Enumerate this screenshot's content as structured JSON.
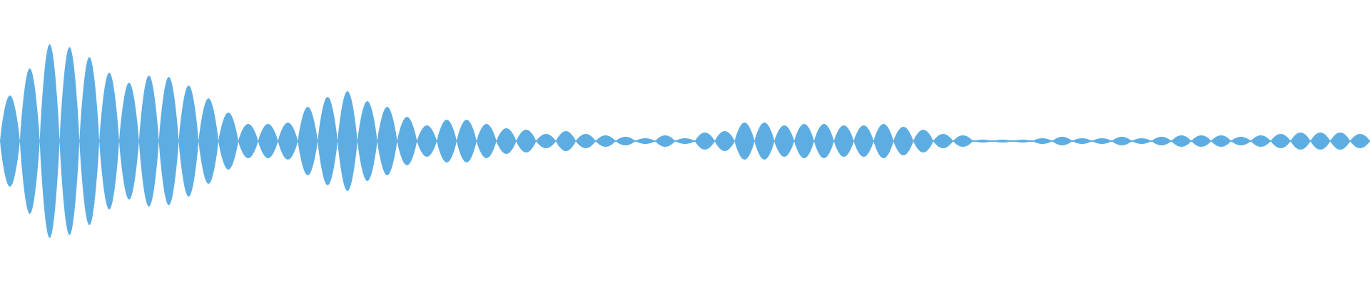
{
  "waveform": {
    "color": "#5dade2",
    "background": "#ffffff",
    "lobe_peak_amplitudes": [
      0.32,
      0.51,
      0.68,
      0.66,
      0.59,
      0.48,
      0.41,
      0.46,
      0.45,
      0.39,
      0.3,
      0.2,
      0.12,
      0.12,
      0.13,
      0.24,
      0.31,
      0.35,
      0.28,
      0.24,
      0.17,
      0.11,
      0.15,
      0.15,
      0.12,
      0.09,
      0.08,
      0.05,
      0.07,
      0.05,
      0.04,
      0.03,
      0.02,
      0.04,
      0.02,
      0.06,
      0.07,
      0.13,
      0.13,
      0.11,
      0.12,
      0.12,
      0.11,
      0.11,
      0.12,
      0.1,
      0.08,
      0.05,
      0.04,
      0.01,
      0.01,
      0.01,
      0.02,
      0.03,
      0.02,
      0.02,
      0.03,
      0.02,
      0.03,
      0.04,
      0.04,
      0.04,
      0.03,
      0.04,
      0.05,
      0.06,
      0.06,
      0.06,
      0.05
    ]
  }
}
